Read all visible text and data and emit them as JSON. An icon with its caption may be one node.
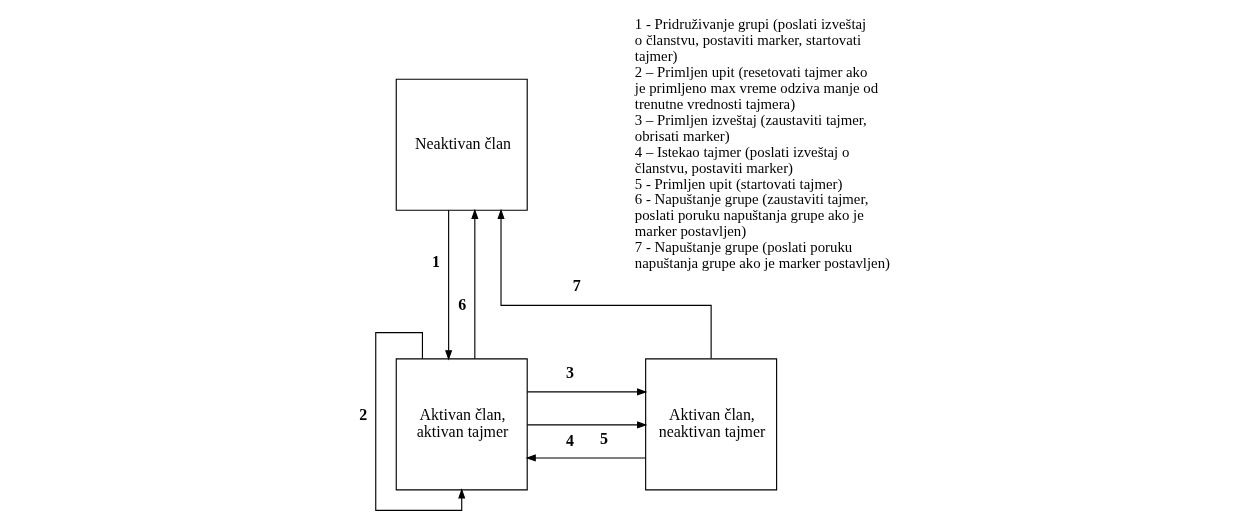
{
  "diagram": {
    "nodes": [
      {
        "text": [
          "Neaktivan član"
        ]
      },
      {
        "text": [
          "Aktivan član, aktivan tajmer"
        ]
      },
      {
        "text": [
          "Aktivan član, neaktivan tajmer"
        ]
      }
    ],
    "edges": [
      {
        "from": 1,
        "to": 0,
        "arrow": "to",
        "label": "6"
      },
      {
        "from": 0,
        "to": 1,
        "arrow": "to",
        "label": "1"
      },
      {
        "from": 2,
        "to": 0,
        "arrow": "to",
        "label": "7"
      },
      {
        "from": 2,
        "to": 1,
        "arrow": "to",
        "label": "5"
      },
      {
        "from": 1,
        "to": 2,
        "arrow": "to",
        "label": "3"
      },
      {
        "from": 1,
        "to": 2,
        "arrow": "to",
        "label": "4"
      },
      {
        "from": 1,
        "to": 1,
        "arrow": "to",
        "label": "2"
      }
    ],
    "labels": [
      "1 - Pridruživanje grupi (poslati izveštaj o članstvu, postaviti marker, startovati tajmer)",
      "2 – Primljen upit (resetovati tajmer ako je primljeno max vreme odziva manje od trenutne vrednosti tajmera)",
      "3 – Primljen izveštaj (zaustaviti tajmer, obrisati marker)",
      "4 – Istekao tajmer (poslati izveštaj o članstvu, postaviti marker)",
      "5 - Primljen upit (startovati tajmer)",
      "6 - Napuštanje grupe (zaustaviti tajmer, poslati poruku napuštanja grupe ako je marker postavljen)",
      "7 - Napuštanje grupe (poslati poruku napuštanja grupe ako je marker postavljen)"
    ]
  }
}
